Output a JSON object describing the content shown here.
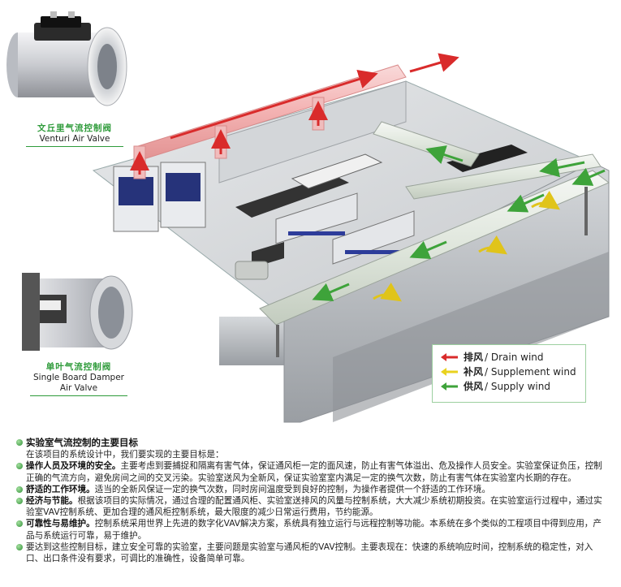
{
  "valves": {
    "venturi": {
      "cn": "文丘里气流控制阀",
      "en": "Venturi Air Valve"
    },
    "single_board": {
      "cn": "单叶气流控制阀",
      "en_line1": "Single Board Damper",
      "en_line2": "Air Valve"
    }
  },
  "legend": {
    "items": [
      {
        "cn": "排风",
        "en": "/ Drain wind",
        "color": "#d92b2b"
      },
      {
        "cn": "补风",
        "en": "/ Supplement wind",
        "color": "#e9d21e"
      },
      {
        "cn": "供风",
        "en": "/ Supply wind",
        "color": "#3ea33a"
      }
    ]
  },
  "text": {
    "heading": "实验室气流控制的主要目标",
    "intro": "在该项目的系统设计中，我们要实现的主要目标是：",
    "p1_lead": "操作人员及环境的安全。",
    "p1_body": "主要考虑到要捕捉和隔离有害气体，保证通风柜一定的面风速，防止有害气体溢出、危及操作人员安全。实验室保证负压，控制正确的气流方向，避免房间之间的交叉污染。实验室送风为全新风，保证实验室室内满足一定的换气次数，防止有害气体在实验室内长期的存在。",
    "p2_lead": "舒适的工作环境。",
    "p2_body": "适当的全新风保证一定的换气次数，同时房间温度受到良好的控制，为操作者提供一个舒适的工作环境。",
    "p3_lead": "经济与节能。",
    "p3_body": "根据该项目的实际情况，通过合理的配置通风柜、实验室送排风的风量与控制系统，大大减少系统初期投资。在实验室运行过程中，通过实验室VAV控制系统、更加合理的通风柜控制系统，最大限度的减少日常运行费用，节约能源。",
    "p4_lead": "可靠性与易维护。",
    "p4_body": "控制系统采用世界上先进的数字化VAV解决方案，系统具有独立运行与远程控制等功能。本系统在多个类似的工程项目中得到应用，产品与系统运行可靠，易于维护。",
    "p5_body": "要达到这些控制目标，建立安全可靠的实验室，主要问题是实验室与通风柜的VAV控制。主要表现在：快速的系统响应时间，控制系统的稳定性，对入口、出口条件没有要求，可调比的准确性，设备简单可靠。"
  }
}
